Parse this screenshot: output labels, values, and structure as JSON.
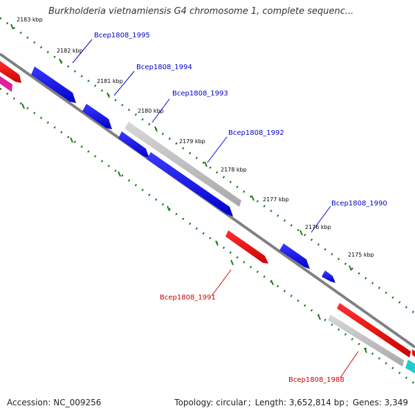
{
  "header": {
    "title": "Burkholderia vietnamiensis G4 chromosome 1, complete sequenc..."
  },
  "footer": {
    "accession_label": "Accession:",
    "accession_value": "NC_009256",
    "topology_label": "Topology:",
    "topology_value": "circular",
    "length_label": "Length:",
    "length_value": "3,652,814 bp",
    "genes_label": "Genes:",
    "genes_value": "3,349"
  },
  "ticks": [
    {
      "label": "2183 kbp"
    },
    {
      "label": "2182 kbp"
    },
    {
      "label": "2181 kbp"
    },
    {
      "label": "2180 kbp"
    },
    {
      "label": "2179 kbp"
    },
    {
      "label": "2178 kbp"
    },
    {
      "label": "2177 kbp"
    },
    {
      "label": "2176 kbp"
    },
    {
      "label": "2175 kbp"
    }
  ],
  "gene_labels": [
    {
      "name": "Bcep1808_1995",
      "color": "#0000cc"
    },
    {
      "name": "Bcep1808_1994",
      "color": "#0000cc"
    },
    {
      "name": "Bcep1808_1993",
      "color": "#0000cc"
    },
    {
      "name": "Bcep1808_1992",
      "color": "#0000cc"
    },
    {
      "name": "Bcep1808_1990",
      "color": "#0000cc"
    },
    {
      "name": "Bcep1808_1991",
      "color": "#cc0000"
    },
    {
      "name": "Bcep1808_1988",
      "color": "#cc0000"
    }
  ],
  "colors": {
    "forward_gene": "#0000ee",
    "reverse_gene": "#ee0000",
    "rna_gene": "#bbbbbb",
    "backbone": "#808080",
    "tick_dots": "#1f7a1f",
    "pink_gene": "#e0209a",
    "cyan_gene": "#22cccc"
  }
}
